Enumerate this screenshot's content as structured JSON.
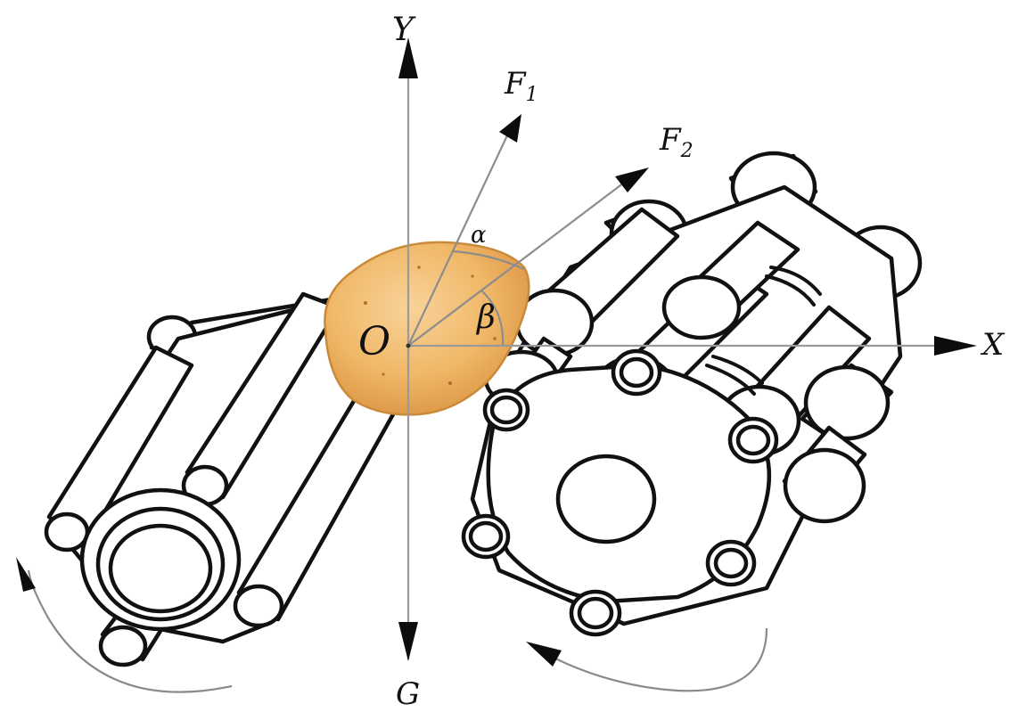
{
  "diagram": {
    "labels": {
      "y_axis": "Y",
      "x_axis": "X",
      "gravity": "G",
      "origin": "O",
      "force_1": "F",
      "force_1_sub": "1",
      "force_2": "F",
      "force_2_sub": "2",
      "angle_alpha": "α",
      "angle_beta": "β"
    },
    "colors": {
      "line": "#111111",
      "axis": "#9a9a9a",
      "potato_fill": "#f0b868",
      "potato_edge": "#c98a3a"
    }
  }
}
